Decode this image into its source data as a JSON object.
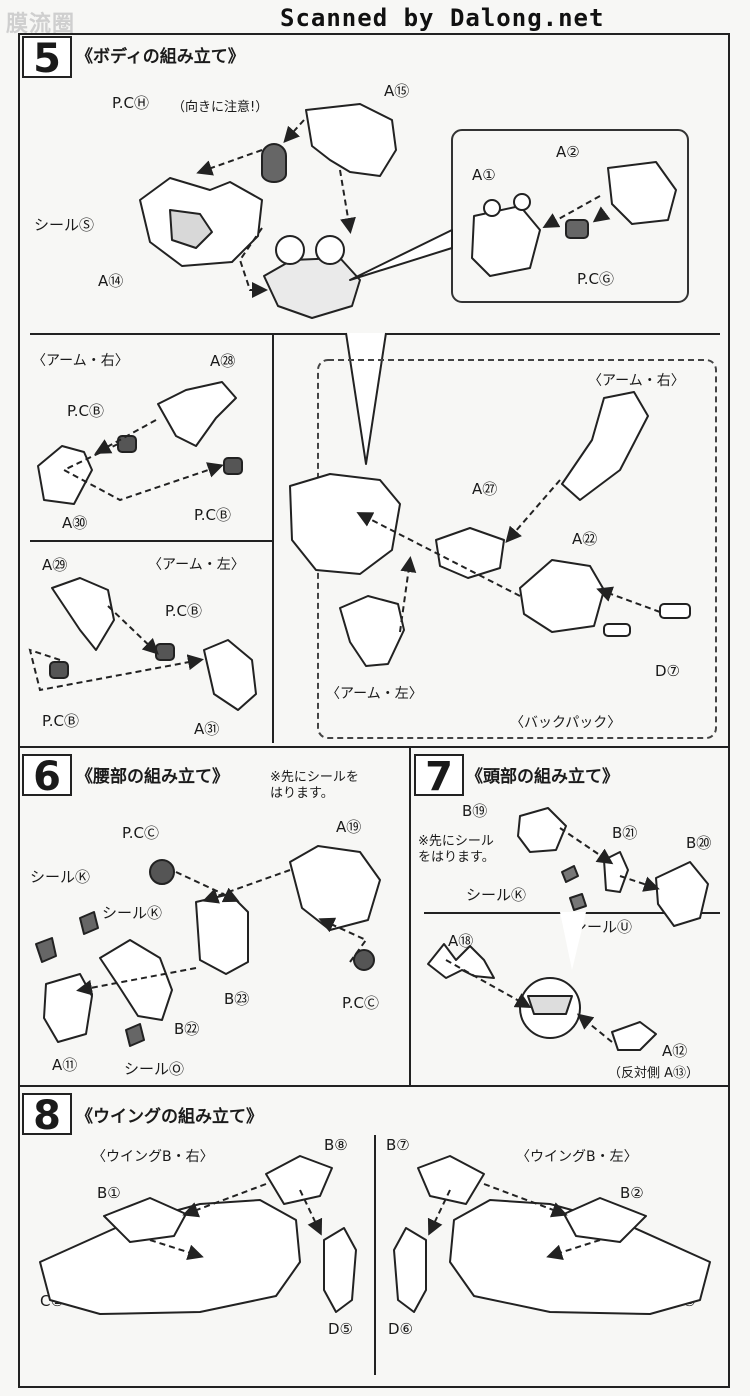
{
  "header": {
    "watermark": "膜流圈",
    "scan_credit": "Scanned by Dalong.net"
  },
  "step5": {
    "number": "5",
    "title": "《ボディの組み立て》",
    "labels": {
      "pch": "P.CⒽ",
      "pch_note": "（向きに注意!）",
      "a15": "A⑮",
      "seal_sa": "シールⓈ",
      "a14": "A⑭",
      "a1": "A①",
      "a2": "A②",
      "pcg": "P.CⒼ"
    },
    "arm_right_panel": {
      "heading": "〈アーム・右〉",
      "a28": "A㉘",
      "pcb_top": "P.CⒷ",
      "pcb_bottom": "P.CⒷ",
      "a30": "A㉚"
    },
    "arm_left_panel": {
      "heading": "〈アーム・左〉",
      "a29": "A㉙",
      "pcb_top": "P.CⒷ",
      "pcb_bottom": "P.CⒷ",
      "a31": "A㉛"
    },
    "backpack_panel": {
      "arm_right": "〈アーム・右〉",
      "a27": "A㉗",
      "a22": "A㉒",
      "d7": "D⑦",
      "arm_left": "〈アーム・左〉",
      "backpack": "〈バックパック〉"
    }
  },
  "step6": {
    "number": "6",
    "title": "《腰部の組み立て》",
    "note": "※先にシールを\nはります。",
    "labels": {
      "pcc_top": "P.CⒸ",
      "a19": "A⑲",
      "seal_ku": "シールⓀ",
      "seal_ka": "シールⓀ",
      "b23": "B㉓",
      "b22": "B㉒",
      "pcc_right": "P.CⒸ",
      "a11": "A⑪",
      "seal_o": "シールⓄ"
    }
  },
  "step7": {
    "number": "7",
    "title": "《頭部の組み立て》",
    "note": "※先にシール\nをはります。",
    "labels": {
      "b19": "B⑲",
      "b21": "B㉑",
      "b20": "B⑳",
      "seal_ki": "シールⓀ",
      "seal_u": "シールⓊ",
      "a18": "A⑱",
      "a12": "A⑫",
      "a13": "（反対側 A⑬）"
    }
  },
  "step8": {
    "number": "8",
    "title": "《ウイングの組み立て》",
    "left": {
      "heading": "〈ウイングB・右〉",
      "b8": "B⑧",
      "b1": "B①",
      "c2": "C②",
      "d5": "D⑤"
    },
    "right": {
      "heading": "〈ウイングB・左〉",
      "b7": "B⑦",
      "b2": "B②",
      "c1": "C①",
      "d6": "D⑥"
    }
  }
}
